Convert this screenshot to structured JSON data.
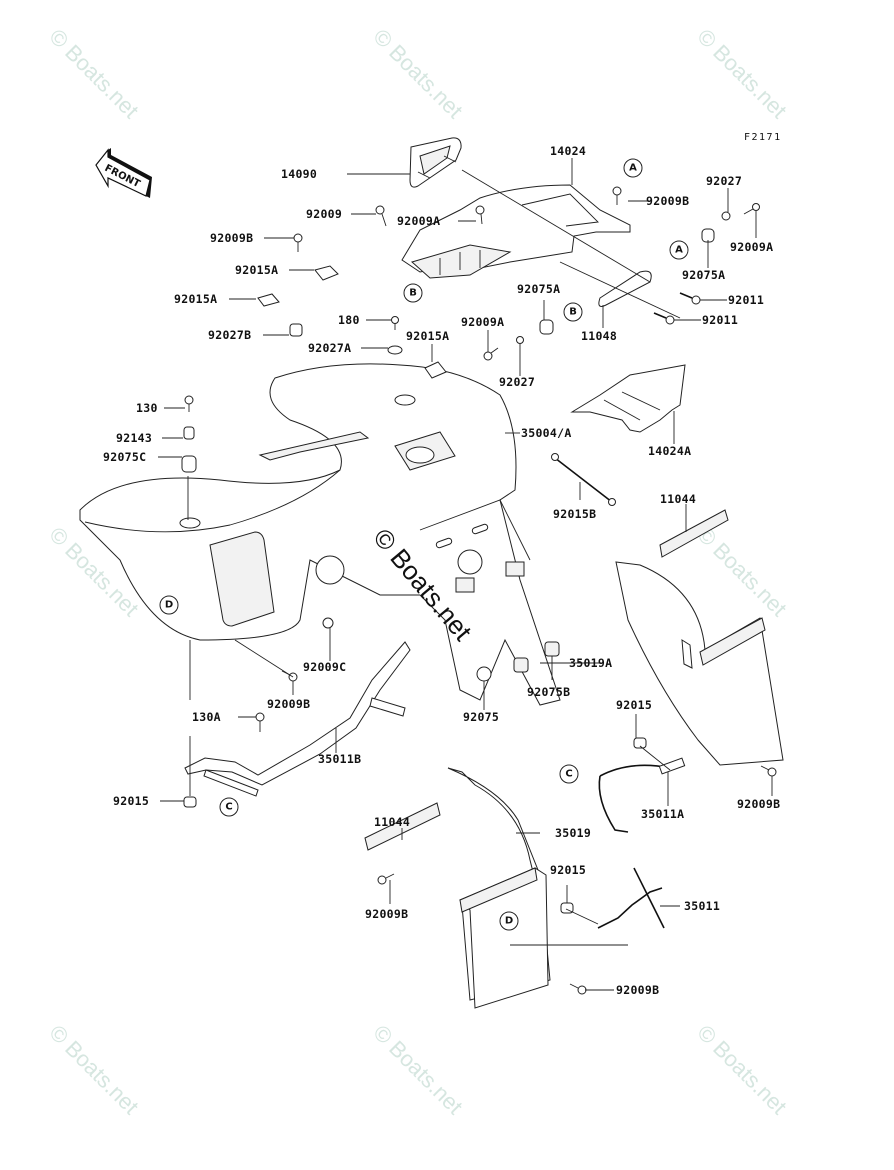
{
  "figure_code": "F2171",
  "direction_indicator": "FRONT",
  "watermark_text": "© Boats.net",
  "callout_letters": [
    "A",
    "A",
    "B",
    "B",
    "C",
    "C",
    "D",
    "D"
  ],
  "labels": {
    "p14090": "14090",
    "p14024": "14024",
    "p92009B_top": "92009B",
    "p92027_top": "92027",
    "p92009A_right": "92009A",
    "p92009": "92009",
    "p92009A_mid": "92009A",
    "p92009B_left": "92009B",
    "p92015A_a": "92015A",
    "p92015A_b": "92015A",
    "p92075A_right": "92075A",
    "p92011_a": "92011",
    "p92011_b": "92011",
    "p92075A_mid": "92075A",
    "p11048": "11048",
    "p92027B": "92027B",
    "p180": "180",
    "p92015A_c": "92015A",
    "p92009A_low": "92009A",
    "p92027A": "92027A",
    "p92027_low": "92027",
    "p130": "130",
    "p92143": "92143",
    "p92075C": "92075C",
    "p35004A": "35004/A",
    "p14024A": "14024A",
    "p92015B": "92015B",
    "p11044_right": "11044",
    "p92009C": "92009C",
    "p92009B_mid": "92009B",
    "p35019A": "35019A",
    "p92075": "92075",
    "p92075B": "92075B",
    "p130A": "130A",
    "p35011B": "35011B",
    "p92015_right": "92015",
    "p92015_left": "92015",
    "p35011A": "35011A",
    "p92009B_far": "92009B",
    "p11044_left": "11044",
    "p35019": "35019",
    "p92009B_bl": "92009B",
    "p92015_low": "92015",
    "p35011": "35011",
    "p92009B_bottom": "92009B"
  }
}
